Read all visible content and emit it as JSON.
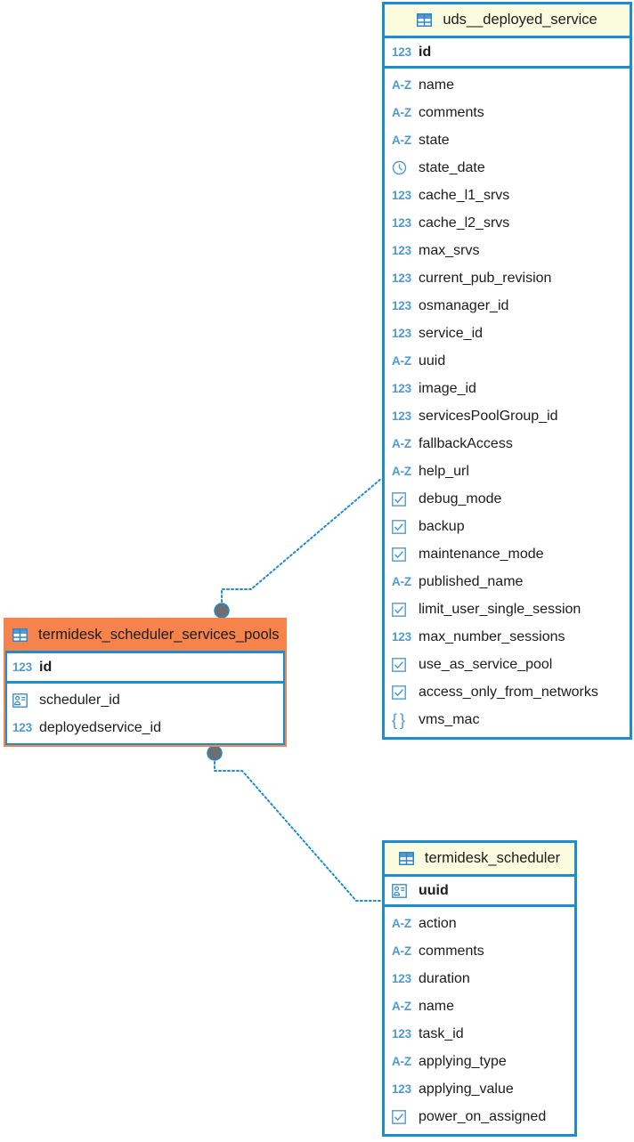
{
  "diagram": {
    "kind": "database-er-diagram",
    "colors": {
      "entity_border": "#1b8ed1",
      "header_background": "#fbfbdf",
      "selected_header_background": "#f5834b",
      "selected_border": "#f5834b",
      "icon_blue": "#4f9ad4",
      "connector_line": "#1b8ed1",
      "connector_dot": "#6e6e6e",
      "text": "#1c1c1c",
      "canvas_background": "#ffffff"
    },
    "icon_names": {
      "table": "table-grid-icon",
      "number": "number-type-icon",
      "string": "string-type-icon",
      "date": "clock-type-icon",
      "boolean": "checkbox-type-icon",
      "uuid": "id-badge-type-icon",
      "json": "braces-type-icon"
    },
    "icon_glyphs": {
      "number": "123",
      "string": "A-Z",
      "json": "{ }"
    }
  },
  "entities": [
    {
      "id": "uds_deployed_service",
      "name": "uds__deployed_service",
      "selected": false,
      "table_icon": "table-grid-icon",
      "primary_keys": [
        {
          "name": "id",
          "type": "number",
          "icon": "number-type-icon"
        }
      ],
      "columns": [
        {
          "name": "name",
          "type": "string",
          "icon": "string-type-icon"
        },
        {
          "name": "comments",
          "type": "string",
          "icon": "string-type-icon"
        },
        {
          "name": "state",
          "type": "string",
          "icon": "string-type-icon"
        },
        {
          "name": "state_date",
          "type": "date",
          "icon": "clock-type-icon"
        },
        {
          "name": "cache_l1_srvs",
          "type": "number",
          "icon": "number-type-icon"
        },
        {
          "name": "cache_l2_srvs",
          "type": "number",
          "icon": "number-type-icon"
        },
        {
          "name": "max_srvs",
          "type": "number",
          "icon": "number-type-icon"
        },
        {
          "name": "current_pub_revision",
          "type": "number",
          "icon": "number-type-icon"
        },
        {
          "name": "osmanager_id",
          "type": "number",
          "icon": "number-type-icon"
        },
        {
          "name": "service_id",
          "type": "number",
          "icon": "number-type-icon"
        },
        {
          "name": "uuid",
          "type": "string",
          "icon": "string-type-icon"
        },
        {
          "name": "image_id",
          "type": "number",
          "icon": "number-type-icon"
        },
        {
          "name": "servicesPoolGroup_id",
          "type": "number",
          "icon": "number-type-icon"
        },
        {
          "name": "fallbackAccess",
          "type": "string",
          "icon": "string-type-icon"
        },
        {
          "name": "help_url",
          "type": "string",
          "icon": "string-type-icon"
        },
        {
          "name": "debug_mode",
          "type": "boolean",
          "icon": "checkbox-type-icon"
        },
        {
          "name": "backup",
          "type": "boolean",
          "icon": "checkbox-type-icon"
        },
        {
          "name": "maintenance_mode",
          "type": "boolean",
          "icon": "checkbox-type-icon"
        },
        {
          "name": "published_name",
          "type": "string",
          "icon": "string-type-icon"
        },
        {
          "name": "limit_user_single_session",
          "type": "boolean",
          "icon": "checkbox-type-icon"
        },
        {
          "name": "max_number_sessions",
          "type": "number",
          "icon": "number-type-icon"
        },
        {
          "name": "use_as_service_pool",
          "type": "boolean",
          "icon": "checkbox-type-icon"
        },
        {
          "name": "access_only_from_networks",
          "type": "boolean",
          "icon": "checkbox-type-icon"
        },
        {
          "name": "vms_mac",
          "type": "json",
          "icon": "braces-type-icon"
        }
      ]
    },
    {
      "id": "termidesk_scheduler_services_pools",
      "name": "termidesk_scheduler_services_pools",
      "selected": true,
      "table_icon": "table-grid-icon",
      "primary_keys": [
        {
          "name": "id",
          "type": "number",
          "icon": "number-type-icon"
        }
      ],
      "columns": [
        {
          "name": "scheduler_id",
          "type": "uuid",
          "icon": "id-badge-type-icon"
        },
        {
          "name": "deployedservice_id",
          "type": "number",
          "icon": "number-type-icon"
        }
      ]
    },
    {
      "id": "termidesk_scheduler",
      "name": "termidesk_scheduler",
      "selected": false,
      "table_icon": "table-grid-icon",
      "primary_keys": [
        {
          "name": "uuid",
          "type": "uuid",
          "icon": "id-badge-type-icon"
        }
      ],
      "columns": [
        {
          "name": "action",
          "type": "string",
          "icon": "string-type-icon"
        },
        {
          "name": "comments",
          "type": "string",
          "icon": "string-type-icon"
        },
        {
          "name": "duration",
          "type": "number",
          "icon": "number-type-icon"
        },
        {
          "name": "name",
          "type": "string",
          "icon": "string-type-icon"
        },
        {
          "name": "task_id",
          "type": "number",
          "icon": "number-type-icon"
        },
        {
          "name": "applying_type",
          "type": "string",
          "icon": "string-type-icon"
        },
        {
          "name": "applying_value",
          "type": "number",
          "icon": "number-type-icon"
        },
        {
          "name": "power_on_assigned",
          "type": "boolean",
          "icon": "checkbox-type-icon"
        }
      ]
    }
  ],
  "relationships": [
    {
      "id": "rel-pools-to-deployed-service",
      "from_entity": "termidesk_scheduler_services_pools",
      "to_entity": "uds_deployed_service",
      "style": "dotted"
    },
    {
      "id": "rel-pools-to-scheduler",
      "from_entity": "termidesk_scheduler_services_pools",
      "to_entity": "termidesk_scheduler",
      "style": "dotted"
    }
  ]
}
